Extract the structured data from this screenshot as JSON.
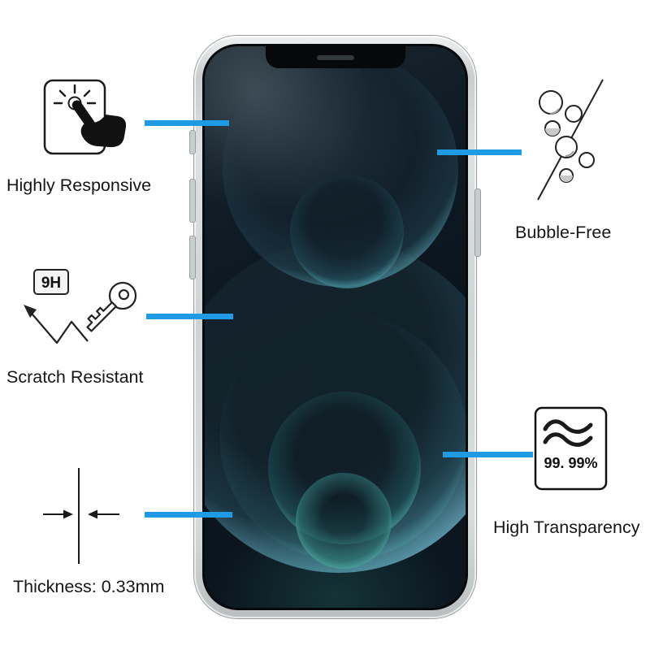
{
  "callouts": {
    "highly_responsive": {
      "label": "Highly Responsive"
    },
    "bubble_free": {
      "label": "Bubble-Free"
    },
    "scratch_resistant": {
      "label": "Scratch Resistant",
      "hardness_badge": "9H"
    },
    "high_transparency": {
      "label": "High Transparency",
      "value": "99. 99%"
    },
    "thickness": {
      "label": "Thickness: 0.33mm"
    }
  },
  "icons": {
    "touch": "touch-press-icon",
    "bubbles": "bubbles-icon",
    "key": "key-scratch-icon",
    "transparency": "wave-transparency-icon",
    "thickness": "thickness-arrows-icon"
  },
  "colors": {
    "callout_line": "#1f9be6",
    "label_text": "#161616",
    "phone_frame": "#d3d7d8",
    "wallpaper_base": "#0b1620",
    "wallpaper_accent": "#5cc6cd"
  }
}
